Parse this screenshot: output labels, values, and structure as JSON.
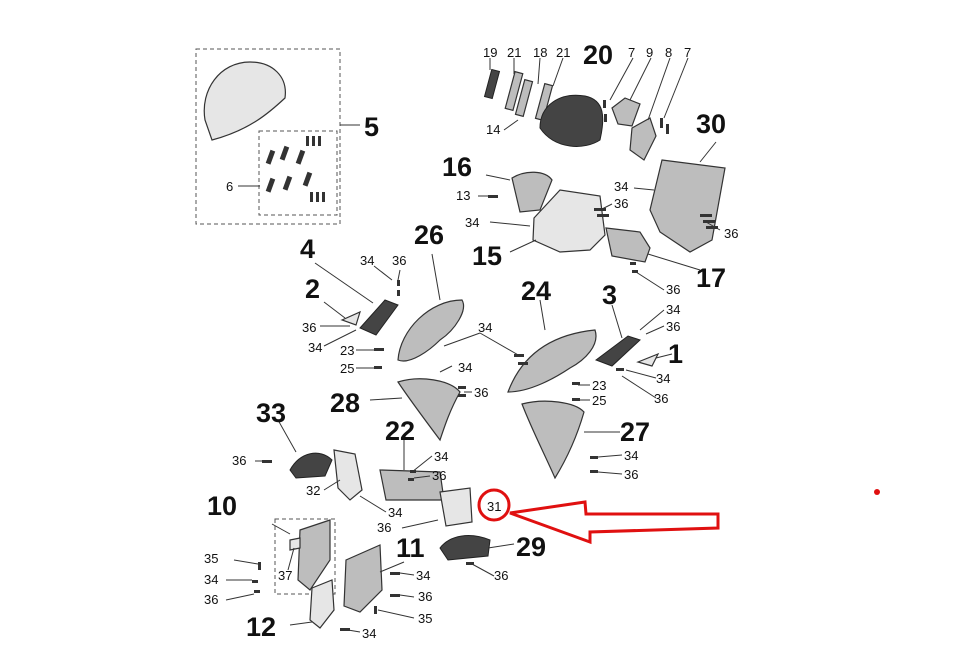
{
  "diagram": {
    "labels": {
      "l1": "1",
      "l2": "2",
      "l3": "3",
      "l4": "4",
      "l5": "5",
      "l6": "6",
      "l7a": "7",
      "l7b": "7",
      "l8": "8",
      "l9": "9",
      "l10": "10",
      "l11": "11",
      "l12": "12",
      "l13": "13",
      "l14": "14",
      "l15": "15",
      "l16": "16",
      "l17": "17",
      "l18": "18",
      "l19": "19",
      "l20": "20",
      "l21a": "21",
      "l21b": "21",
      "l22": "22",
      "l23a": "23",
      "l23b": "23",
      "l24": "24",
      "l25a": "25",
      "l25b": "25",
      "l26": "26",
      "l27": "27",
      "l28": "28",
      "l29": "29",
      "l30": "30",
      "l31": "31",
      "l32": "32",
      "l33": "33",
      "l34": "34",
      "l35": "35",
      "l36": "36",
      "l37": "37"
    },
    "highlight": {
      "target_label": "31",
      "color": "#e01010"
    },
    "colors": {
      "ink": "#111111",
      "part_fill": "#bdbdbd",
      "part_dark": "#444444",
      "highlight": "#e01010"
    }
  }
}
